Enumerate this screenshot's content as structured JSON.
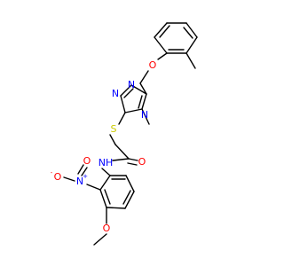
{
  "molecule": {
    "atoms": {
      "o_ether": {
        "symbol": "O",
        "color": "#ff0000"
      },
      "n_triazole_1": {
        "symbol": "N",
        "color": "#0000ff"
      },
      "n_triazole_2": {
        "symbol": "N",
        "color": "#0000ff"
      },
      "n_triazole_4": {
        "symbol": "N",
        "color": "#0000ff"
      },
      "s_thioether": {
        "symbol": "S",
        "color": "#cccc00"
      },
      "o_carbonyl": {
        "symbol": "O",
        "color": "#ff0000"
      },
      "nh_amide": {
        "symbol": "NH",
        "color": "#0000ff"
      },
      "n_nitro": {
        "symbol": "N",
        "charge": "+",
        "color": "#0000ff"
      },
      "o_nitro_minus": {
        "symbol": "O",
        "charge": "-",
        "color": "#ff0000"
      },
      "o_nitro": {
        "symbol": "O",
        "color": "#ff0000"
      },
      "o_methoxy": {
        "symbol": "O",
        "color": "#ff0000"
      }
    }
  }
}
